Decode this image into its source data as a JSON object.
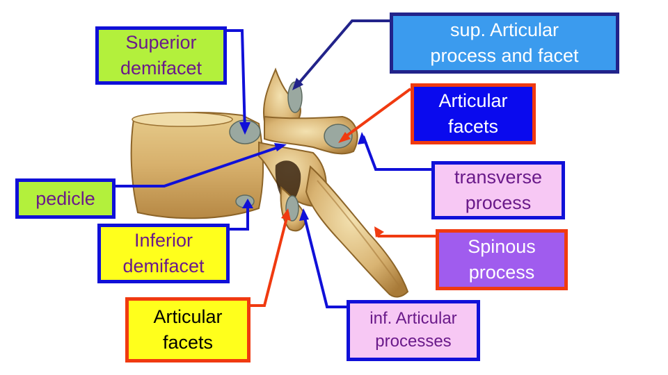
{
  "labels": {
    "superior_demifacet": "Superior\ndemifacet",
    "sup_articular": "sup. Articular\nprocess and facet",
    "articular_facets_top": "Articular\nfacets",
    "pedicle": "pedicle",
    "transverse_process": "transverse\nprocess",
    "inferior_demifacet": "Inferior\ndemifacet",
    "spinous_process": "Spinous\nprocess",
    "articular_facets_bottom": "Articular\nfacets",
    "inf_articular": "inf. Articular\nprocesses"
  },
  "colors": {
    "blue_border": "#1010d8",
    "red_border": "#f03a10",
    "navy_border": "#22238a",
    "lime_fill": "#b3f03c",
    "sky_fill": "#3b9bee",
    "royal_fill": "#0a0aee",
    "pink_fill": "#f7c8f4",
    "yellow_fill": "#ffff1c",
    "purple_fill": "#a05cee",
    "purple_text": "#6a1a8a",
    "bone_light": "#ead6a0",
    "bone_mid": "#cfa760",
    "bone_dark": "#9a7030",
    "facet_gray": "#9aa8a0"
  }
}
